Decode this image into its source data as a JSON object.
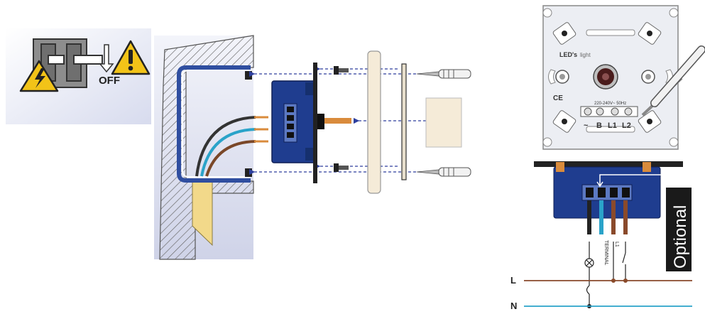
{
  "switch_off_panel": {
    "off_label": "OFF",
    "warning_icon": "warning-triangle-icon",
    "shock_icon": "electric-shock-triangle-icon"
  },
  "dimmer_front": {
    "brand": "LED's",
    "brand_suffix": "light",
    "voltage": "220-240V~ 50Hz",
    "terminal_labels": [
      "~",
      "B",
      "L1",
      "L2"
    ],
    "ce_mark": "CE"
  },
  "wiring": {
    "terminal_tag": "TERMINAL",
    "l1_tag": "L1",
    "optional_label": "Optional",
    "line_L": "L",
    "line_N": "N"
  },
  "colors": {
    "phase": "#8a4a2b",
    "neutral": "#2aa3c9",
    "module": "#1f3d8f",
    "guide": "#2d3f9e",
    "optional_bg": "#1a1a1a"
  }
}
